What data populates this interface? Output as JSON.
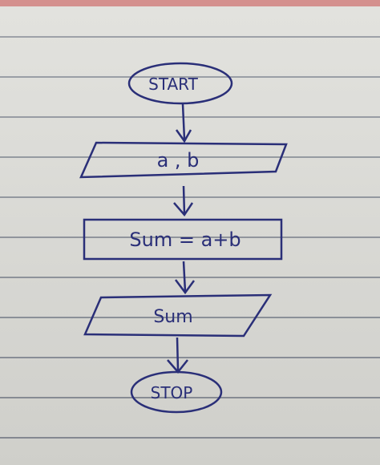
{
  "flowchart": {
    "start_label": "START",
    "input_label": "a , b",
    "process_label": "Sum = a+b",
    "output_label": "Sum",
    "stop_label": "STOP"
  },
  "colors": {
    "ink": "#2a2f78",
    "paper": "#dcdcd7",
    "ruled_line": "#8a8f98"
  }
}
